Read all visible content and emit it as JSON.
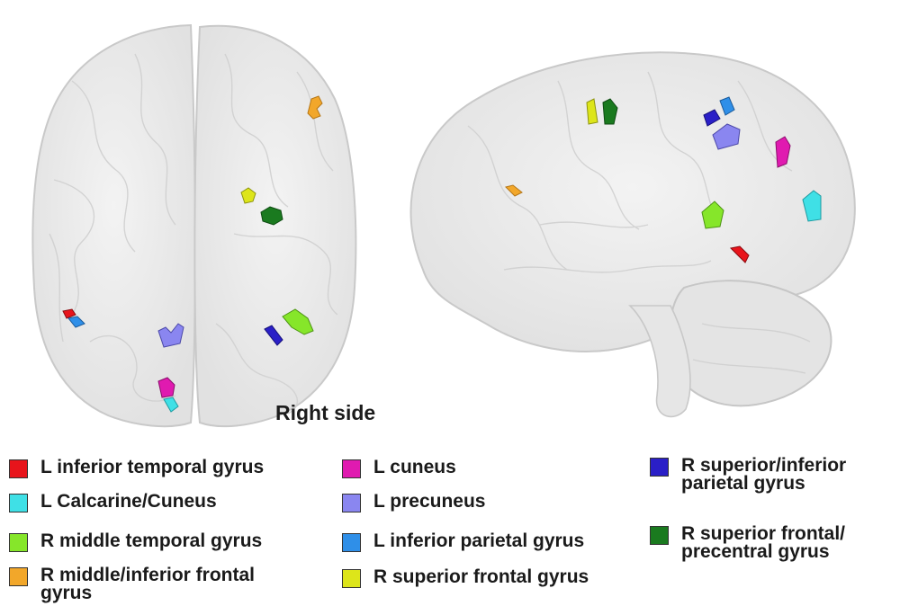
{
  "view_label": "Right side",
  "colors": {
    "red": "#e8141b",
    "cyan": "#3fe0e6",
    "lime": "#86e62a",
    "orange": "#f2a72a",
    "magenta": "#e01ab0",
    "lavender": "#8a86f0",
    "blue": "#2f8fe8",
    "yellow": "#dde51a",
    "navy": "#2a1fc7",
    "green": "#1a7a1f"
  },
  "legend": [
    {
      "label": "L inferior temporal gyrus",
      "color": "#e8141b"
    },
    {
      "label": "L Calcarine/Cuneus",
      "color": "#3fe0e6"
    },
    {
      "label": "R middle temporal gyrus",
      "color": "#86e62a"
    },
    {
      "label": "R middle/inferior frontal\ngyrus",
      "color": "#f2a72a"
    },
    {
      "label": "L cuneus",
      "color": "#e01ab0"
    },
    {
      "label": "L precuneus",
      "color": "#8a86f0"
    },
    {
      "label": "L inferior parietal gyrus",
      "color": "#2f8fe8"
    },
    {
      "label": "R superior frontal gyrus",
      "color": "#dde51a"
    },
    {
      "label": "R superior/inferior\nparietal gyrus",
      "color": "#2a1fc7"
    },
    {
      "label": "R superior frontal/\nprecentral gyrus",
      "color": "#1a7a1f"
    }
  ]
}
